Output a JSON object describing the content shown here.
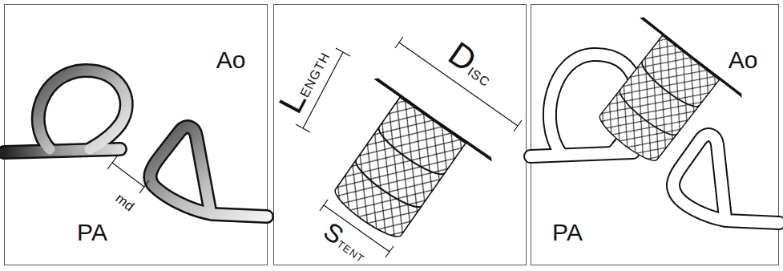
{
  "diagram": {
    "labels": [
      "Ao",
      "PA",
      "md",
      "LENGTH",
      "DISC",
      "STENT",
      "Ao",
      "PA"
    ]
  }
}
